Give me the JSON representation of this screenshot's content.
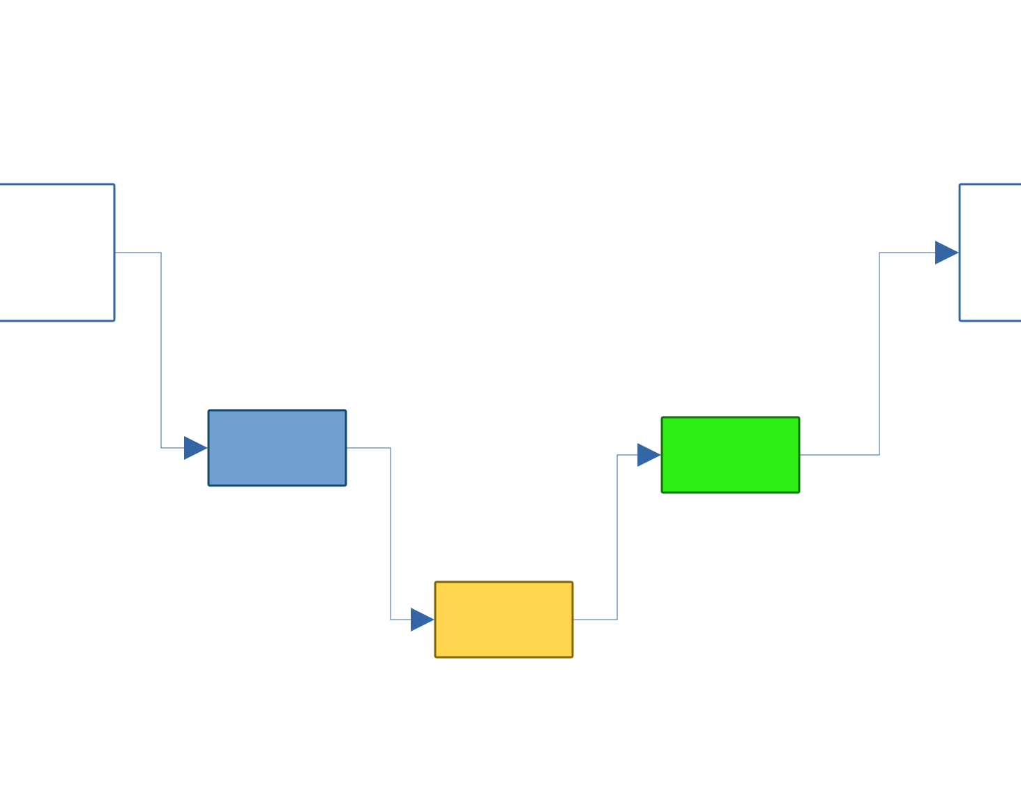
{
  "diagram": {
    "nodes": [
      {
        "id": "source",
        "label": "",
        "fill": "#ffffff",
        "stroke": "#3465a4"
      },
      {
        "id": "step-1",
        "label": "",
        "fill": "#729fcf",
        "stroke": "#0e4a6e"
      },
      {
        "id": "step-2",
        "label": "",
        "fill": "#ffd54d",
        "stroke": "#806600"
      },
      {
        "id": "step-3",
        "label": "",
        "fill": "#2eed12",
        "stroke": "#127009"
      },
      {
        "id": "target",
        "label": "",
        "fill": "#ffffff",
        "stroke": "#3465a4"
      }
    ],
    "edges": [
      {
        "from": "source",
        "to": "step-1"
      },
      {
        "from": "step-1",
        "to": "step-2"
      },
      {
        "from": "step-2",
        "to": "step-3"
      },
      {
        "from": "step-3",
        "to": "target"
      }
    ],
    "connector_color": "#3465a4"
  }
}
